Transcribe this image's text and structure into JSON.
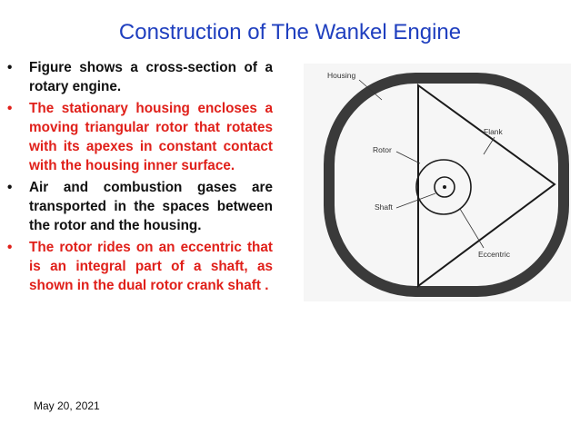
{
  "slide": {
    "title": "Construction of The Wankel Engine",
    "date": "May 20, 2021"
  },
  "bullets": [
    {
      "marker": "•",
      "color": "black",
      "text": "Figure  shows a cross-section of a rotary engine."
    },
    {
      "marker": "•",
      "color": "red",
      "text": "The stationary housing encloses a moving triangular rotor that rotates with its apexes in constant contact with the housing inner surface."
    },
    {
      "marker": "•",
      "color": "black",
      "text": "Air and combustion gases are transported in the spaces between the rotor and the housing."
    },
    {
      "marker": "•",
      "color": "red",
      "text": "The rotor rides on an eccentric that is an integral part of a shaft, as shown in the dual rotor crank shaft ."
    }
  ],
  "diagram": {
    "labels": {
      "housing": "Housing",
      "flank": "Flank",
      "rotor": "Rotor",
      "shaft": "Shaft",
      "eccentric": "Eccentric"
    }
  }
}
